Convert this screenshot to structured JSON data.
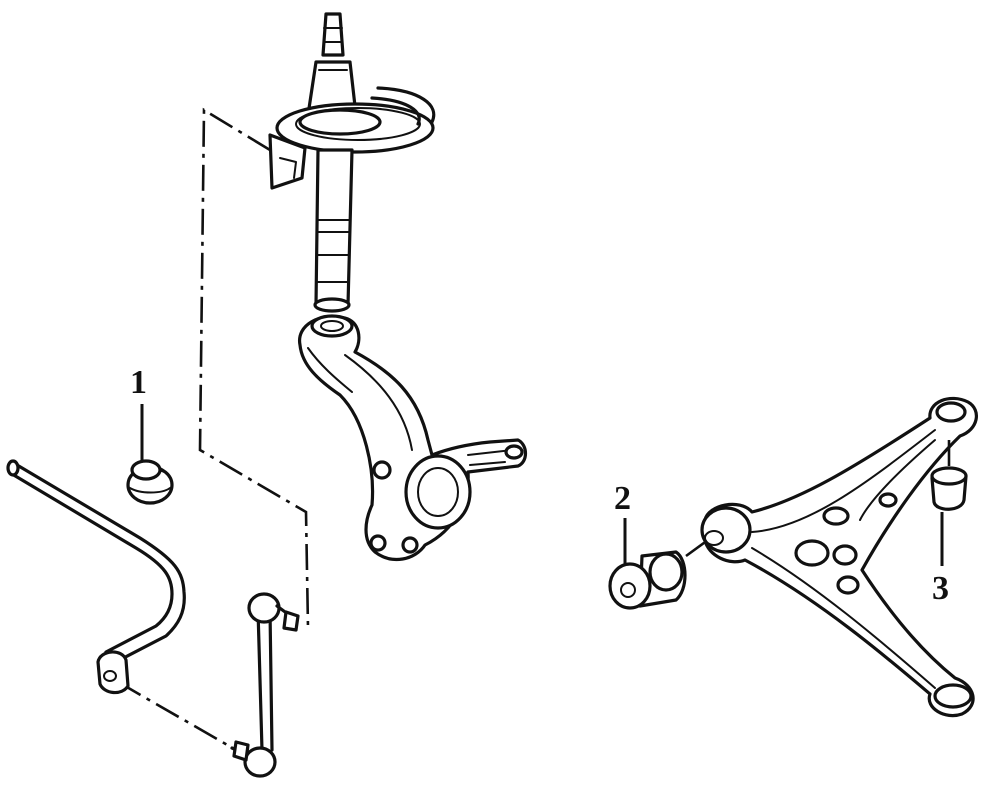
{
  "callouts": [
    {
      "label": "1",
      "part": "stabilizer-bar-bushing"
    },
    {
      "label": "2",
      "part": "control-arm-front-bushing"
    },
    {
      "label": "3",
      "part": "control-arm-rear-bushing"
    }
  ]
}
